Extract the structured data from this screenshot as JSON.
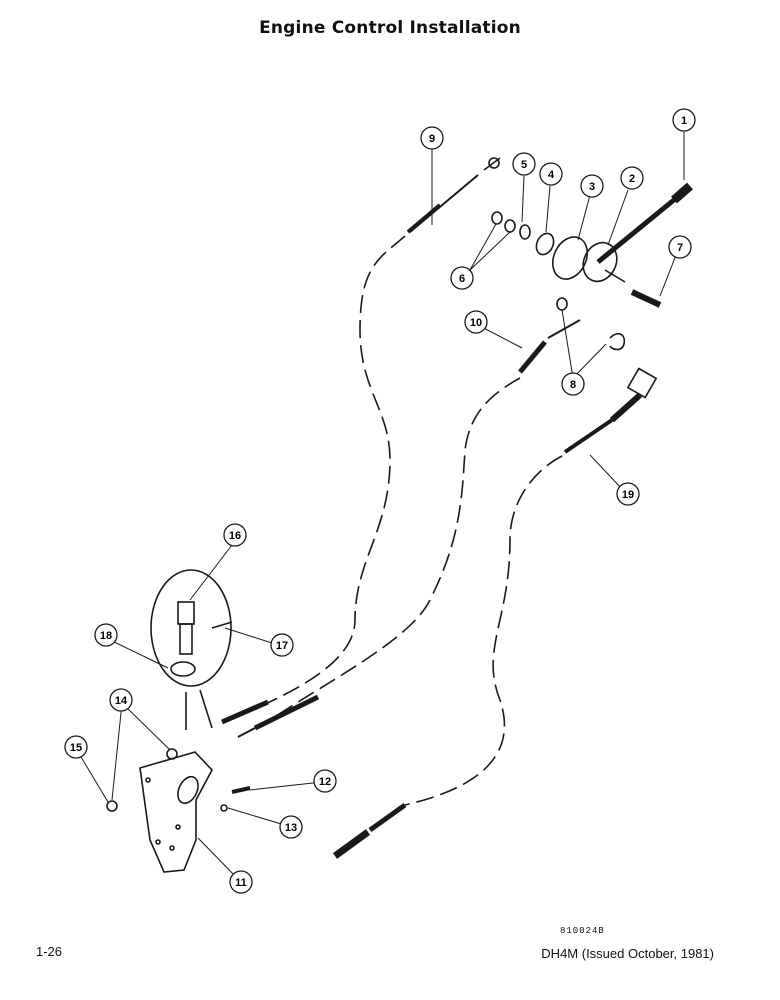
{
  "title": "Engine Control Installation",
  "page_number": "1-26",
  "document_ref": "DH4M (Issued October, 1981)",
  "drawing_id": "810024B",
  "callouts": [
    "1",
    "2",
    "3",
    "4",
    "5",
    "6",
    "7",
    "8",
    "9",
    "10",
    "11",
    "12",
    "13",
    "14",
    "15",
    "16",
    "17",
    "18",
    "19"
  ],
  "colors": {
    "ink": "#1a1a1a",
    "paper": "#ffffff"
  }
}
